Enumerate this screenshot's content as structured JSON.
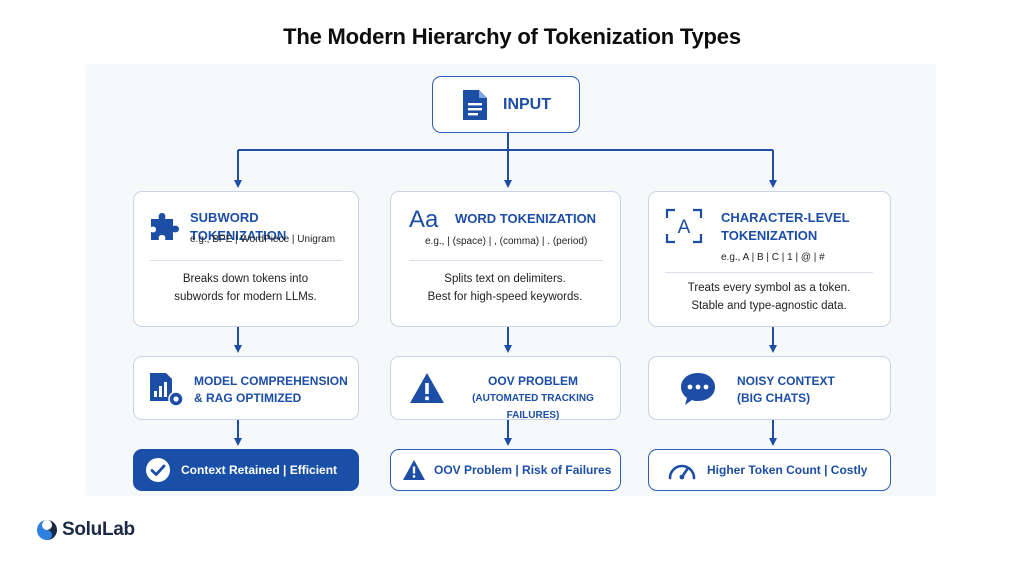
{
  "title": "The Modern Hierarchy of Tokenization Types",
  "input": {
    "label": "INPUT",
    "icon": "document-icon"
  },
  "columns": [
    {
      "heading": "SUBWORD TOKENIZATION",
      "icon": "puzzle-icon",
      "example": "e.g., BPE  |  WordPiece  |  Unigram",
      "description_line1": "Breaks down tokens into",
      "description_line2": "subwords for modern LLMs.",
      "outcome_line1": "MODEL COMPREHENSION",
      "outcome_line2": "& RAG OPTIMIZED",
      "outcome_icon": "chart-gear-icon",
      "result": "Context Retained  |  Efficient",
      "result_icon": "check-circle-icon"
    },
    {
      "heading": "WORD TOKENIZATION",
      "icon": "aa-icon",
      "icon_text": "Aa",
      "example": "e.g.,   |  (space)  |  , (comma)  |  . (period)",
      "description_line1": "Splits text on delimiters.",
      "description_line2": "Best for high-speed keywords.",
      "outcome_line1": "OOV PROBLEM",
      "outcome_line2": "(AUTOMATED TRACKING FAILURES)",
      "outcome_icon": "warning-icon",
      "result": "OOV Problem  |  Risk of Failures",
      "result_icon": "warning-icon"
    },
    {
      "heading_line1": "CHARACTER-LEVEL",
      "heading_line2": "TOKENIZATION",
      "icon": "character-frame-icon",
      "icon_text": "A",
      "example": "e.g., A  |  B  |  C  |  1  |  @  |  #",
      "description_line1": "Treats every symbol as a token.",
      "description_line2": "Stable and type-agnostic data.",
      "outcome_line1": "NOISY CONTEXT",
      "outcome_line2": "(BIG CHATS)",
      "outcome_icon": "chat-bubble-icon",
      "result": "Higher Token Count  |  Costly",
      "result_icon": "gauge-icon"
    }
  ],
  "logo": {
    "text": "SoluLab"
  },
  "colors": {
    "primary": "#1c4ea6",
    "filled": "#1a4fa8",
    "border": "#c9d3e3"
  }
}
